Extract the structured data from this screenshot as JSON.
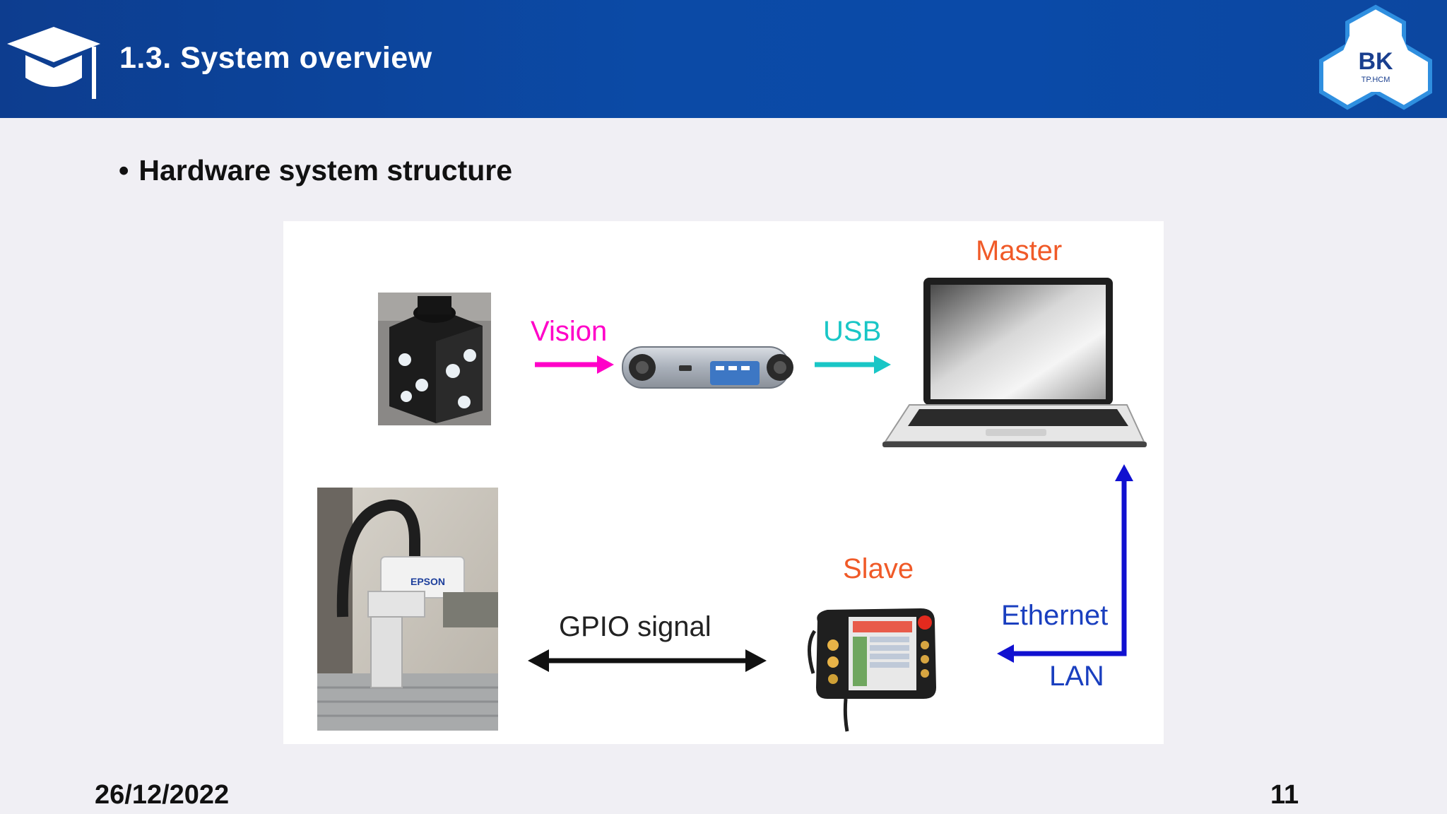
{
  "header": {
    "title": "1.3. System overview",
    "logo_text": "BK",
    "logo_subtext": "TP.HCM"
  },
  "content": {
    "bullet": "Hardware system structure"
  },
  "diagram": {
    "labels": {
      "vision": "Vision",
      "usb": "USB",
      "master": "Master",
      "slave": "Slave",
      "ethernet": "Ethernet",
      "lan": "LAN",
      "gpio": "GPIO signal",
      "robot_brand": "EPSON"
    },
    "colors": {
      "vision": "#ff00c8",
      "usb": "#19c6c6",
      "master": "#f05a28",
      "slave": "#f05a28",
      "ethernet": "#1a3fbf",
      "lan_line": "#1010d0",
      "gpio": "#111111"
    }
  },
  "footer": {
    "date": "26/12/2022",
    "page_number": "11"
  },
  "icons": [
    "graduation-cap-icon",
    "bk-university-logo"
  ]
}
